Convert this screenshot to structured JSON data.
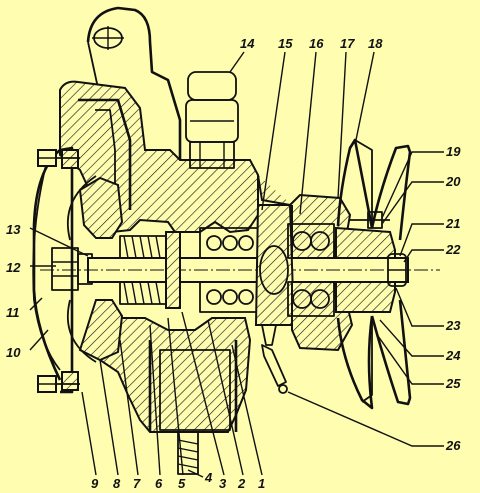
{
  "callouts": [
    {
      "id": "c1",
      "text": "1"
    },
    {
      "id": "c2",
      "text": "2"
    },
    {
      "id": "c3",
      "text": "3"
    },
    {
      "id": "c4",
      "text": "4"
    },
    {
      "id": "c5",
      "text": "5"
    },
    {
      "id": "c6",
      "text": "6"
    },
    {
      "id": "c7",
      "text": "7"
    },
    {
      "id": "c8",
      "text": "8"
    },
    {
      "id": "c9",
      "text": "9"
    },
    {
      "id": "c10",
      "text": "10"
    },
    {
      "id": "c11",
      "text": "11"
    },
    {
      "id": "c12",
      "text": "12"
    },
    {
      "id": "c13",
      "text": "13"
    },
    {
      "id": "c14",
      "text": "14"
    },
    {
      "id": "c15",
      "text": "15"
    },
    {
      "id": "c16",
      "text": "16"
    },
    {
      "id": "c17",
      "text": "17"
    },
    {
      "id": "c18",
      "text": "18"
    },
    {
      "id": "c19",
      "text": "19"
    },
    {
      "id": "c20",
      "text": "20"
    },
    {
      "id": "c21",
      "text": "21"
    },
    {
      "id": "c22",
      "text": "22"
    },
    {
      "id": "c23",
      "text": "23"
    },
    {
      "id": "c24",
      "text": "24"
    },
    {
      "id": "c25",
      "text": "25"
    },
    {
      "id": "c26",
      "text": "26"
    }
  ],
  "colors": {
    "background": "#fefdb0",
    "ink": "#111111"
  }
}
